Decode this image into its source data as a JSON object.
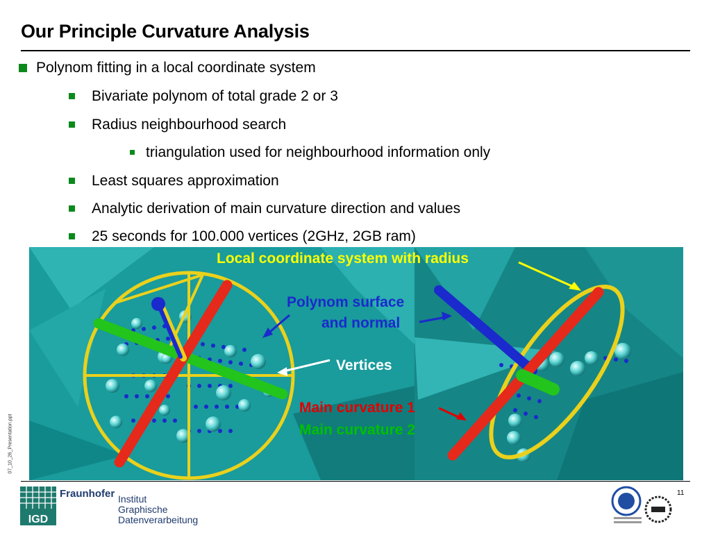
{
  "title": "Our Principle Curvature Analysis",
  "bullets": [
    {
      "text": "Polynom fitting in a local coordinate system"
    },
    {
      "text": "Bivariate polynom of total grade 2 or 3"
    },
    {
      "text": "Radius neighbourhood search"
    },
    {
      "text": "triangulation used for neighbourhood information only"
    },
    {
      "text": "Least squares approximation"
    },
    {
      "text": "Analytic derivation of main curvature direction and values"
    },
    {
      "text": "25 seconds for 100.000 vertices (2GHz, 2GB ram)"
    }
  ],
  "figure": {
    "labels": {
      "local_coord": "Local coordinate system with radius",
      "polynom_surface": "Polynom surface",
      "and_normal": "and normal",
      "vertices": "Vertices",
      "main_curv_1": "Main curvature 1",
      "main_curv_2": "Main curvature 2"
    },
    "colors": {
      "local_coord": "#ffff00",
      "polynom": "#1a2acc",
      "vertices": "#ffffff",
      "curv1": "#e00000",
      "curv2": "#00c000"
    }
  },
  "footer": {
    "file": "07_10_26_Presentation.ppt",
    "org": "Fraunhofer",
    "institute_lines": [
      "Institut",
      "Graphische",
      "Datenverarbeitung"
    ],
    "igd": "IGD",
    "page_number": "11"
  }
}
